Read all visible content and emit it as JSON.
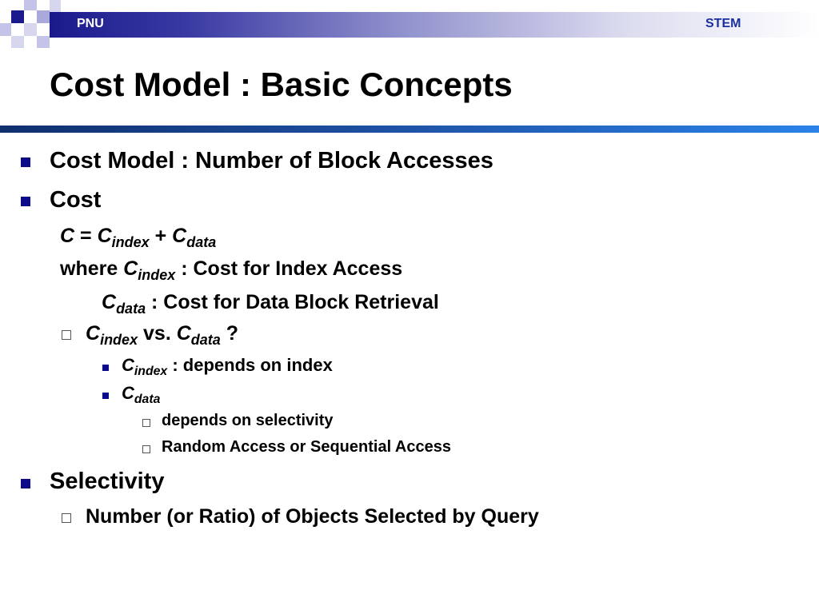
{
  "header": {
    "left_label": "PNU",
    "right_label": "STEM",
    "colors": {
      "bar_dark": "#1a1a8c",
      "rule": "#1d4fa0",
      "bullet": "#0a0a8a"
    }
  },
  "title": "Cost Model : Basic Concepts",
  "bullets": {
    "cost_model": "Cost Model : Number of Block Accesses",
    "cost": "Cost",
    "formula": {
      "lhs": "C",
      "eq": " = ",
      "c": "C",
      "sub_index": "index",
      "plus": " + ",
      "sub_data": "data"
    },
    "where": {
      "word": "where ",
      "c": "C",
      "sub": "index",
      "text": " : Cost for Index Access"
    },
    "data_def": {
      "c": "C",
      "sub": "data",
      "text": " : Cost for Data Block Retrieval"
    },
    "vs": {
      "c": "C",
      "sub_index": "index",
      "mid": " vs. ",
      "sub_data": "data",
      "q": " ?"
    },
    "index_item": {
      "c": "C",
      "sub": "index",
      "text": " : depends on index"
    },
    "data_item": {
      "c": "C",
      "sub": "data"
    },
    "data_sub1": "depends on selectivity",
    "data_sub2": "Random Access or Sequential Access",
    "selectivity": "Selectivity",
    "selectivity_def": "Number (or Ratio) of Objects Selected by Query"
  }
}
